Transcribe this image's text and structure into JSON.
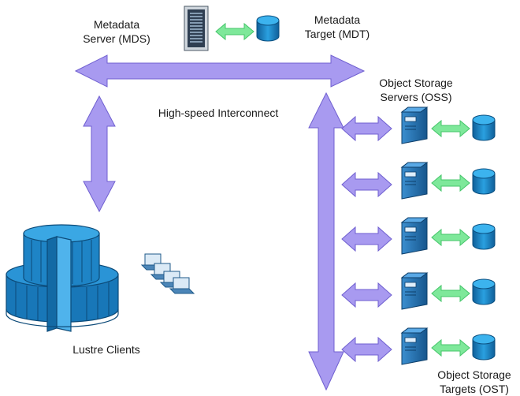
{
  "labels": {
    "mds_line1": "Metadata",
    "mds_line2": "Server (MDS)",
    "mdt_line1": "Metadata",
    "mdt_line2": "Target (MDT)",
    "interconnect": "High-speed  Interconnect",
    "oss_line1": "Object Storage",
    "oss_line2": "Servers (OSS)",
    "clients": "Lustre Clients",
    "ost_line1": "Object Storage",
    "ost_line2": "Targets (OST)"
  },
  "colors": {
    "bus_arrow": "#a89af0",
    "bus_arrow_stroke": "#6f5fd0",
    "green_arrow": "#6fe08a",
    "server_blue": "#1f6fae",
    "disk_blue": "#1a86c8"
  },
  "icons": {
    "mds": "metadata-server-rack-icon",
    "mdt": "disk-icon",
    "oss": "storage-server-icon",
    "ost": "disk-icon",
    "clients": "supercomputer-icon",
    "workstations": "laptops-icon"
  }
}
